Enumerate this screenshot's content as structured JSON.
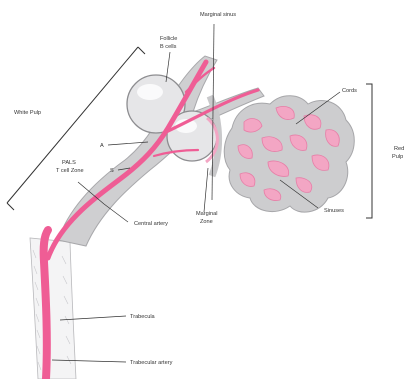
{
  "labels": {
    "marginal_sinus": "Marginal sinus",
    "follicle_line1": "Follicle",
    "follicle_line2": "B cells",
    "white_pulp": "White Pulp",
    "a": "A",
    "s": "S",
    "pals_line1": "PALS",
    "pals_line2": "T cell Zone",
    "central_artery": "Central artery",
    "marginal_zone_line1": "Marginal",
    "marginal_zone_line2": "Zone",
    "cords": "Cords",
    "red_pulp_line1": "Red",
    "red_pulp_line2": "Pulp",
    "sinuses": "Sinuses",
    "trabecula": "Trabecula",
    "trabecular_artery": "Trabecular artery"
  },
  "colors": {
    "artery": "#ef5d95",
    "sinus": "#f3a6c4",
    "tissue": "#cfcfd1",
    "follicle": "#e6e6e8"
  }
}
